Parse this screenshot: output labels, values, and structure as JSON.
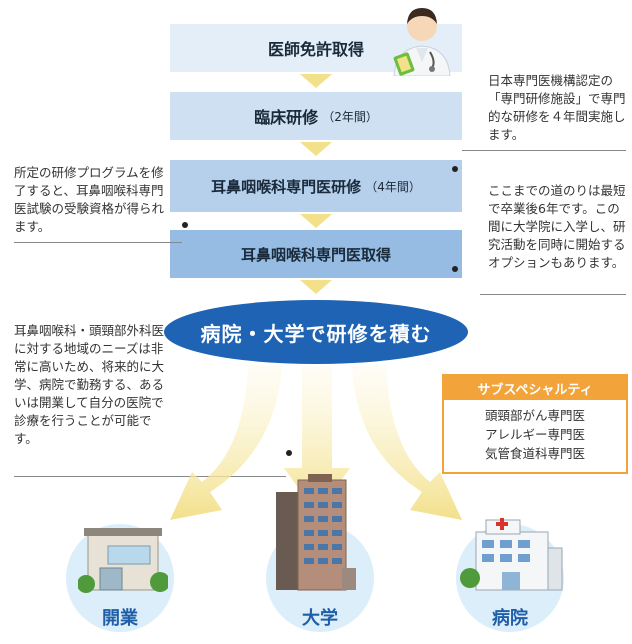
{
  "steps": [
    {
      "label": "医師免許取得",
      "sub": ""
    },
    {
      "label": "臨床研修",
      "sub": "（2年間）"
    },
    {
      "label": "耳鼻咽喉科専門医研修",
      "sub": "（4年間）"
    },
    {
      "label": "耳鼻咽喉科専門医取得",
      "sub": ""
    }
  ],
  "ellipse_label": "病院・大学で研修を積む",
  "notes": {
    "top_right": "日本専門医機構認定の「専門研修施設」で専門的な研修を４年間実施します。",
    "mid_right": "ここまでの道のりは最短で卒業後6年です。この間に大学院に入学し、研究活動を同時に開始するオプションもあります。",
    "left1": "所定の研修プログラムを修了すると、耳鼻咽喉科専門医試験の受験資格が得られます。",
    "left2": "耳鼻咽喉科・頭頸部外科医に対する地域のニーズは非常に高いため、将来的に大学、病院で勤務する、あるいは開業して自分の医院で診療を行うことが可能です。"
  },
  "subspecialty": {
    "title": "サブスペシャルティ",
    "items": [
      "頭頸部がん専門医",
      "アレルギー専門医",
      "気管食道科専門医"
    ]
  },
  "destinations": [
    "開業",
    "大学",
    "病院"
  ],
  "icons": [
    "doctor-icon",
    "clinic-building-icon",
    "university-tower-icon",
    "hospital-building-icon"
  ],
  "colors": {
    "accent": "#1f63b5",
    "chevron": "#f3e08a",
    "subspecialty": "#f2a43a",
    "destination_label": "#1f5fa8"
  }
}
